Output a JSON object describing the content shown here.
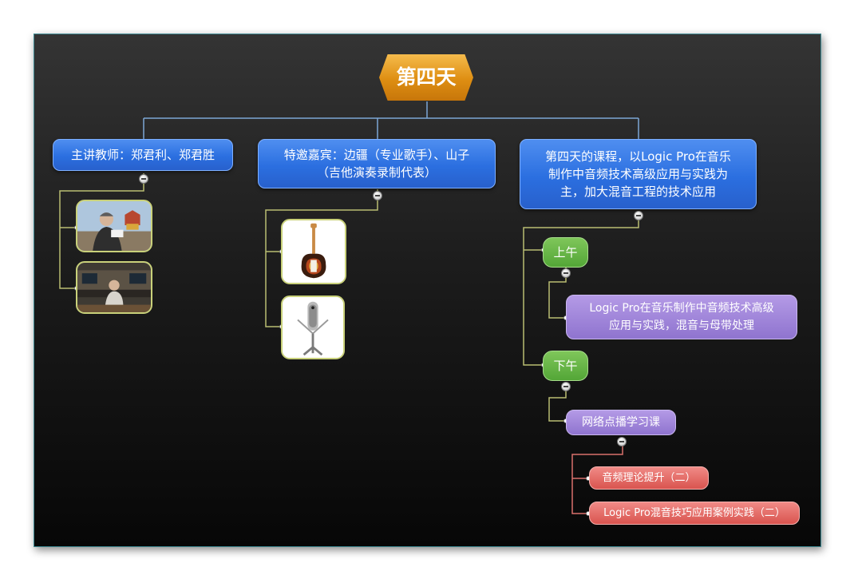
{
  "root": {
    "label": "第四天"
  },
  "branches": {
    "teacher": {
      "label": "主讲教师：郑君利、郑君胜"
    },
    "guest": {
      "label_line1": "特邀嘉宾：边疆（专业歌手）、山子",
      "label_line2": "（吉他演奏录制代表）"
    },
    "course": {
      "label_line1": "第四天的课程，以Logic Pro在音乐",
      "label_line2": "制作中音频技术高级应用与实践为",
      "label_line3": "主，加大混音工程的技术应用"
    }
  },
  "morning": {
    "label": "上午",
    "topic_line1": "Logic Pro在音乐制作中音频技术高级",
    "topic_line2": "应用与实践，混音与母带处理"
  },
  "afternoon": {
    "label": "下午",
    "online": "网络点播学习课",
    "lessons": [
      "音频理论提升（二）",
      "Logic Pro混音技巧应用案例实践（二）"
    ]
  },
  "colors": {
    "root": "#e39a1f",
    "blue": "#2f6fe0",
    "green": "#5aab3c",
    "purple": "#9d83d8",
    "red": "#e06560",
    "connector_blue": "#7da7d6",
    "connector_olive": "#b9bd72",
    "connector_red": "#d9706c"
  },
  "icons": [
    "teacher-photo-1",
    "teacher-photo-2",
    "electric-guitar-photo",
    "microphone-photo",
    "collapse-icon"
  ]
}
